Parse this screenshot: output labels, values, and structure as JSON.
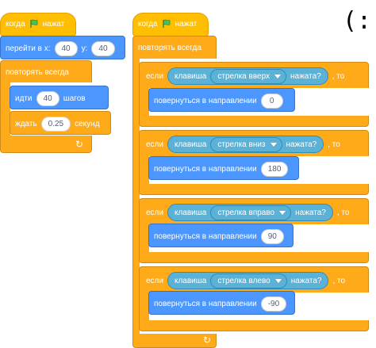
{
  "script1": {
    "hat": {
      "label": "когда",
      "suffix": "нажат"
    },
    "goto": {
      "label": "перейти в х:",
      "x": "40",
      "y_label": "y:",
      "y": "40"
    },
    "forever": "повторять всегда",
    "move": {
      "label": "идти",
      "value": "40",
      "suffix": "шагов"
    },
    "wait": {
      "label": "ждать",
      "value": "0.25",
      "suffix": "секунд"
    }
  },
  "script2": {
    "hat": {
      "label": "когда",
      "suffix": "нажат"
    },
    "forever": "повторять всегда",
    "ifs": [
      {
        "if": "если",
        "key_label": "клавиша",
        "key": "стрелка вверх",
        "pressed": "нажата?",
        "then": ", то",
        "turn_label": "повернуться в направлении",
        "direction": "0"
      },
      {
        "if": "если",
        "key_label": "клавиша",
        "key": "стрелка вниз",
        "pressed": "нажата?",
        "then": ", то",
        "turn_label": "повернуться в направлении",
        "direction": "180"
      },
      {
        "if": "если",
        "key_label": "клавиша",
        "key": "стрелка вправо",
        "pressed": "нажата?",
        "then": ", то",
        "turn_label": "повернуться в направлении",
        "direction": "90"
      },
      {
        "if": "если",
        "key_label": "клавиша",
        "key": "стрелка влево",
        "pressed": "нажата?",
        "then": ", то",
        "turn_label": "повернуться в направлении",
        "direction": "-90"
      }
    ]
  },
  "decoration": {
    "face": "(:"
  },
  "colors": {
    "events": "#FFBF00",
    "motion": "#4C97FF",
    "control": "#FFAB19",
    "sensing": "#5CB1D6",
    "flag": "#4CBF56"
  },
  "icons": {
    "flag": "green-flag-icon",
    "loop": "loop-arrow-icon",
    "dropdown": "dropdown-arrow-icon"
  }
}
